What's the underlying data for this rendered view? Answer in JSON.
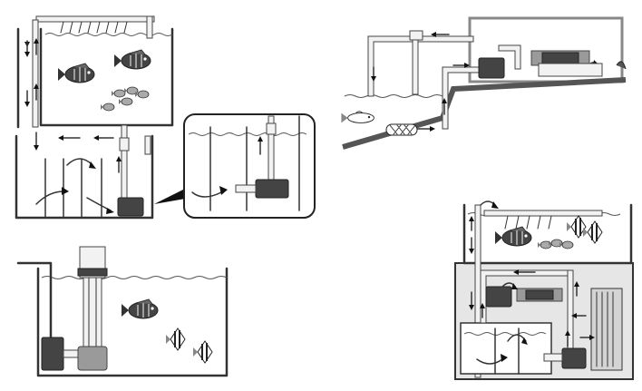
{
  "figure": {
    "panels": [
      {
        "id": "sump-setup",
        "elements": [
          "upper-tank",
          "sump",
          "return-pump",
          "zoom-inset"
        ]
      },
      {
        "id": "pond-setup",
        "elements": [
          "pond",
          "intake-strainer",
          "pump",
          "uv-sterilizer",
          "filter-box"
        ]
      },
      {
        "id": "inline-setup",
        "elements": [
          "tank",
          "external-pump",
          "canister-reactor"
        ]
      },
      {
        "id": "cabinet-setup",
        "elements": [
          "display-tank",
          "cabinet",
          "sump",
          "pump",
          "uv-sterilizer",
          "filter-tower"
        ]
      }
    ],
    "colors": {
      "line": "#333333",
      "equipment": "#444444",
      "gray_fill": "#9a9a9a",
      "pipe_fill": "#f2f2f2",
      "background": "#ffffff"
    }
  }
}
